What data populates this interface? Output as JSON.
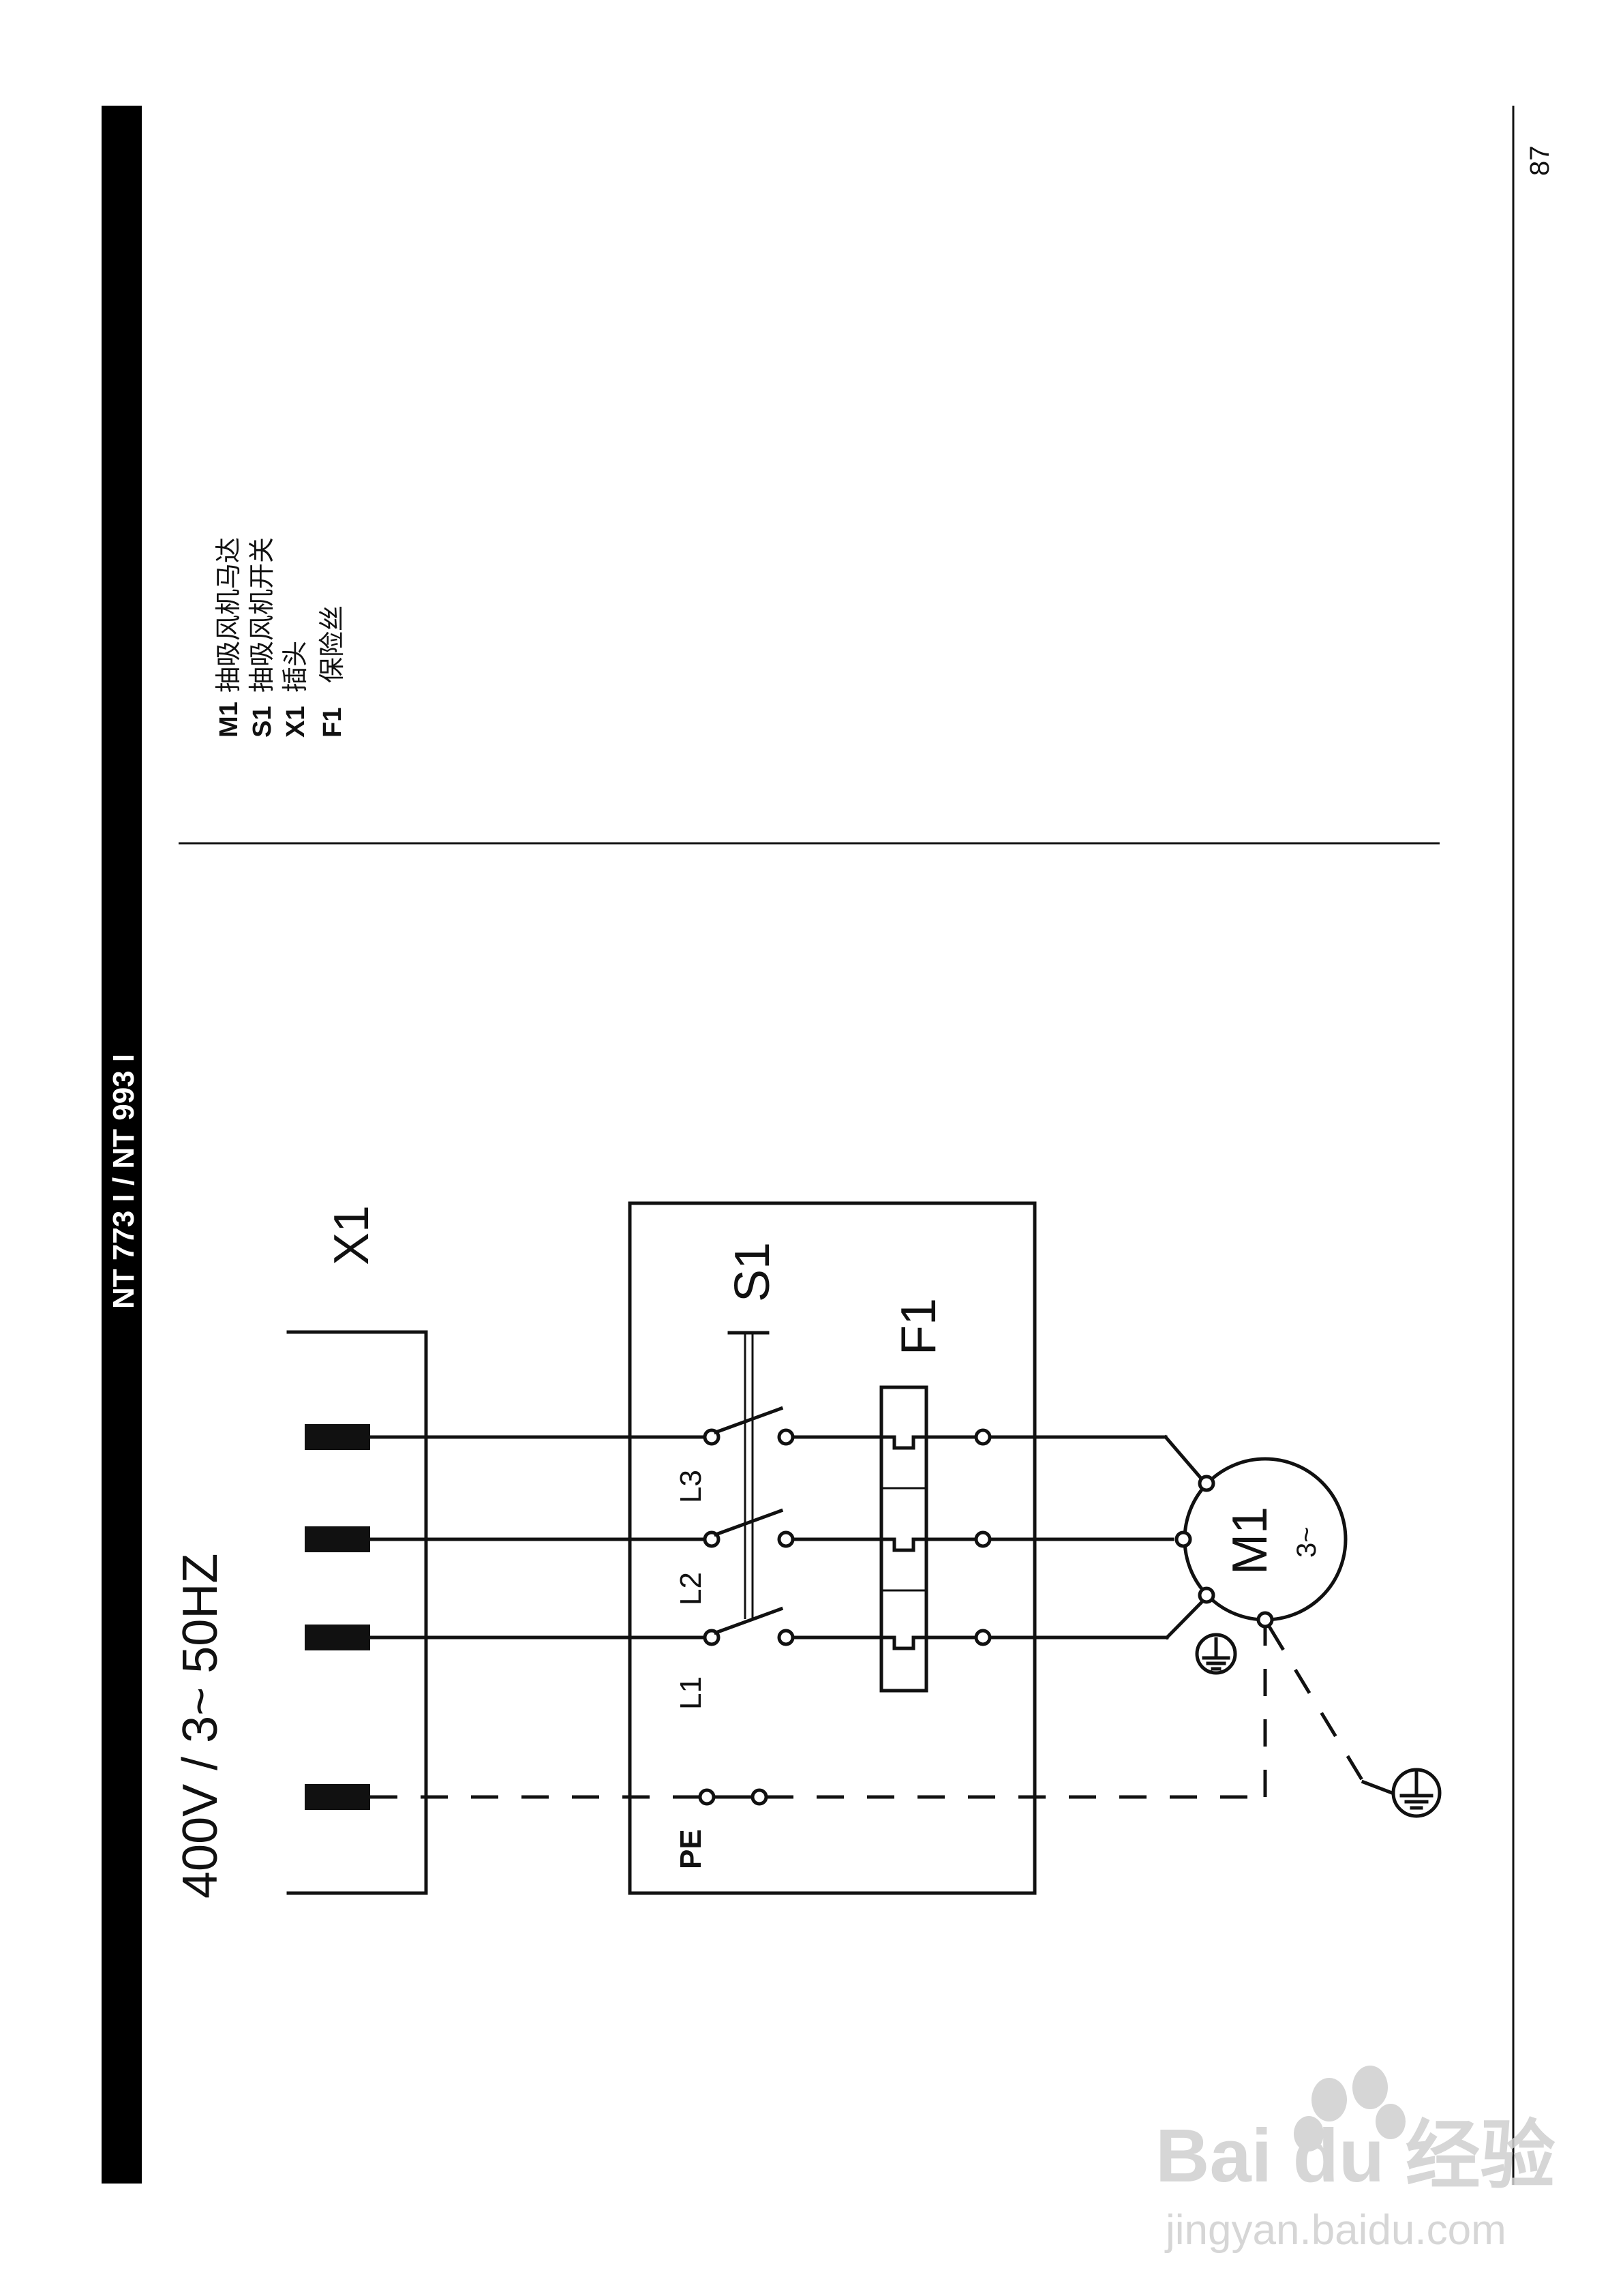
{
  "header_band": {
    "title": "NT 773 I / NT 993 I",
    "color": "#000000"
  },
  "page_number": "87",
  "supply": {
    "text": "400V / 3~ 50HZ"
  },
  "terminals": {
    "plug": "X1",
    "switch": "S1",
    "fuse": "F1",
    "motor": "M1",
    "motor_phase": "3~",
    "pe": "PE",
    "l1": "L1",
    "l2": "L2",
    "l3": "L3"
  },
  "legend": [
    {
      "code": "M1",
      "desc": "抽吸风机马达"
    },
    {
      "code": "S1",
      "desc": "抽吸风机开关"
    },
    {
      "code": "X1",
      "desc": "插头"
    },
    {
      "code": "F1",
      "desc": "保险丝"
    }
  ],
  "watermark": {
    "brand": "Bai du 经验",
    "url": "jingyan.baidu.com"
  },
  "icons": [
    "ground-icon",
    "ground-icon",
    "paw-icon"
  ]
}
